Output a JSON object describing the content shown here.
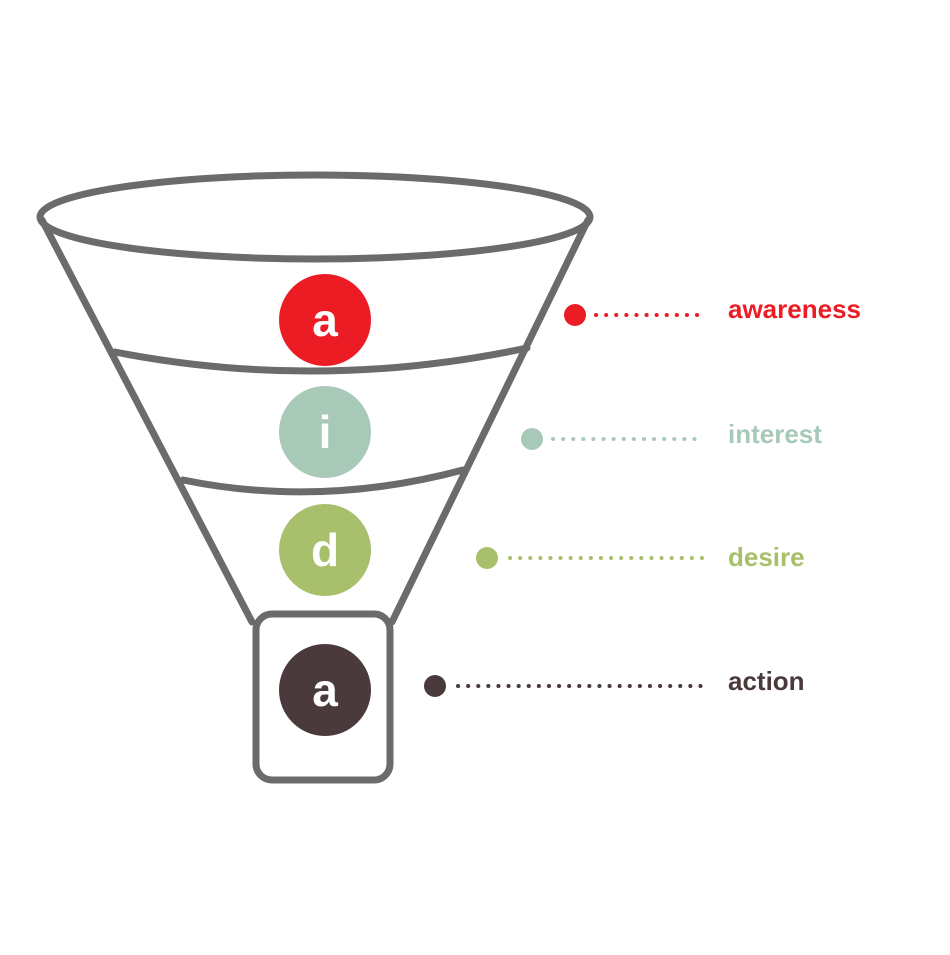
{
  "colors": {
    "outline": "#6b6b6b",
    "background": "#ffffff"
  },
  "stages": [
    {
      "letter": "a",
      "label": "awareness",
      "color": "#ec1c24"
    },
    {
      "letter": "i",
      "label": "interest",
      "color": "#a9c9b8"
    },
    {
      "letter": "d",
      "label": "desire",
      "color": "#a8bf6b"
    },
    {
      "letter": "a",
      "label": "action",
      "color": "#4a3a3b"
    }
  ]
}
